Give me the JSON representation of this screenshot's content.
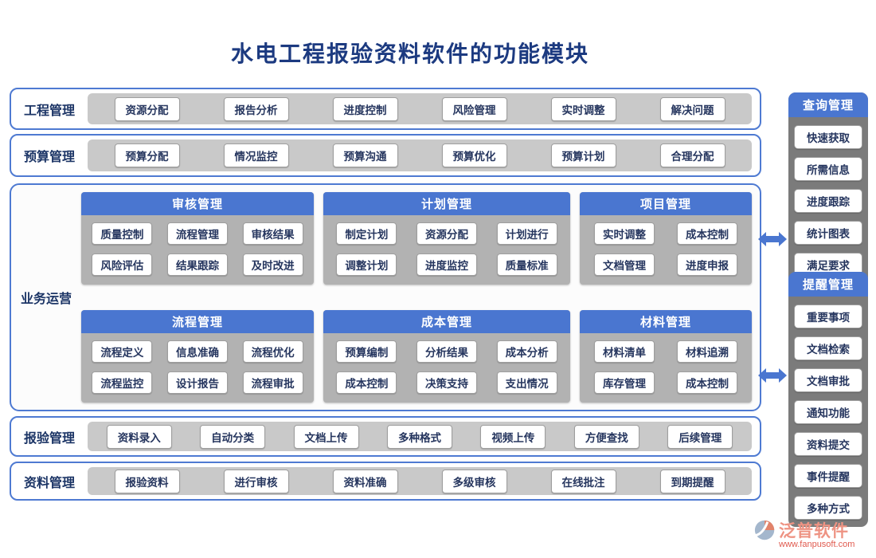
{
  "title": "水电工程报验资料软件的功能模块",
  "rows": [
    {
      "label": "工程管理",
      "items": [
        "资源分配",
        "报告分析",
        "进度控制",
        "风险管理",
        "实时调整",
        "解决问题"
      ]
    },
    {
      "label": "预算管理",
      "items": [
        "预算分配",
        "情况监控",
        "预算沟通",
        "预算优化",
        "预算计划",
        "合理分配"
      ]
    },
    {
      "label": "报验管理",
      "items": [
        "资料录入",
        "自动分类",
        "文档上传",
        "多种格式",
        "视频上传",
        "方便查找",
        "后续管理"
      ]
    },
    {
      "label": "资料管理",
      "items": [
        "报验资料",
        "进行审核",
        "资料准确",
        "多级审核",
        "在线批注",
        "到期提醒"
      ]
    }
  ],
  "business": {
    "label": "业务运营",
    "panels": [
      {
        "title": "审核管理",
        "items": [
          "质量控制",
          "流程管理",
          "审核结果",
          "风险评估",
          "结果跟踪",
          "及时改进"
        ]
      },
      {
        "title": "计划管理",
        "items": [
          "制定计划",
          "资源分配",
          "计划进行",
          "调整计划",
          "进度监控",
          "质量标准"
        ]
      },
      {
        "title": "项目管理",
        "items": [
          "实时调整",
          "成本控制",
          "文档管理",
          "进度申报"
        ]
      },
      {
        "title": "流程管理",
        "items": [
          "流程定义",
          "信息准确",
          "流程优化",
          "流程监控",
          "设计报告",
          "流程审批"
        ]
      },
      {
        "title": "成本管理",
        "items": [
          "预算编制",
          "分析结果",
          "成本分析",
          "成本控制",
          "决策支持",
          "支出情况"
        ]
      },
      {
        "title": "材料管理",
        "items": [
          "材料清单",
          "材料追溯",
          "库存管理",
          "成本控制"
        ]
      }
    ]
  },
  "sidebar": [
    {
      "title": "查询管理",
      "items": [
        "快速获取",
        "所需信息",
        "进度跟踪",
        "统计图表",
        "满足要求"
      ]
    },
    {
      "title": "提醒管理",
      "items": [
        "重要事项",
        "文档检索",
        "文档审批",
        "通知功能",
        "资料提交",
        "事件提醒",
        "多种方式"
      ]
    }
  ],
  "logo": {
    "name": "泛普软件",
    "url": "www.fanpusoft.com"
  },
  "colors": {
    "accent_blue": "#4a76d0",
    "border_blue": "#4e7ad2",
    "title_navy": "#1c3a80",
    "band_gray": "#c9c9c9",
    "panel_gray": "#b2b2b2",
    "sidebar_gray": "#7b7b7b",
    "brand_salmon": "#ee9383",
    "brand_red": "#e05a4e"
  }
}
